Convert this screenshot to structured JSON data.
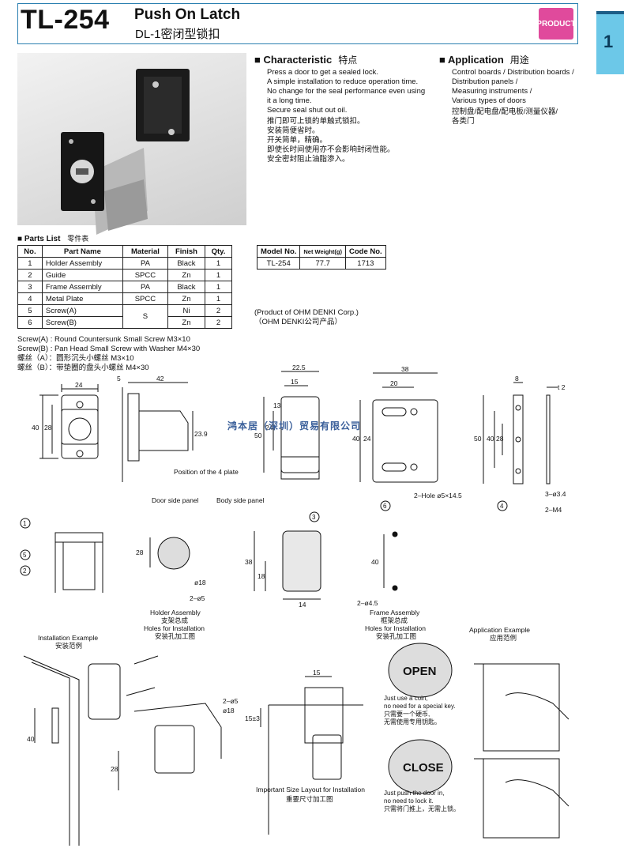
{
  "header": {
    "model": "TL-254",
    "title_en": "Push On Latch",
    "title_cn": "DL-1密闭型锁扣",
    "badge": "PRODUCT",
    "chapter": "1"
  },
  "characteristic": {
    "heading": "Characteristic",
    "heading_cn": "特点",
    "lines": [
      "Press a door to get a sealed lock.",
      "A simple installation to reduce operation time.",
      "No change for the seal performance even using",
      "it a long time.",
      "Secure seal shut out oil.",
      "推门即可上锁的单触式锁扣。",
      "安装简便省时。",
      "开关简单，精确。",
      "即使长时间使用亦不会影响封闭性能。",
      "安全密封阻止油脂渗入。"
    ]
  },
  "application": {
    "heading": "Application",
    "heading_cn": "用途",
    "lines": [
      "Control boards / Distribution boards /",
      "Distribution panels /",
      "Measuring instruments /",
      "Various types of doors",
      "控制盘/配电盘/配电板/测量仪器/",
      "各类门"
    ]
  },
  "parts": {
    "heading": "Parts List",
    "heading_cn": "零件表",
    "columns": [
      "No.",
      "Part Name",
      "Material",
      "Finish",
      "Qty."
    ],
    "rows": [
      [
        "1",
        "Holder Assembly",
        "PA",
        "Black",
        "1"
      ],
      [
        "2",
        "Guide",
        "SPCC",
        "Zn",
        "1"
      ],
      [
        "3",
        "Frame Assembly",
        "PA",
        "Black",
        "1"
      ],
      [
        "4",
        "Metal Plate",
        "SPCC",
        "Zn",
        "1"
      ],
      [
        "5",
        "Screw(A)",
        "S",
        "Ni",
        "2"
      ],
      [
        "6",
        "Screw(B)",
        "",
        "Zn",
        "2"
      ]
    ],
    "notes": [
      "Screw(A) : Round Countersunk Small Screw M3×10",
      "Screw(B) : Pan Head Small Screw with Washer M4×30",
      "螺丝（A）：圆形沉头小螺丝 M3×10",
      "螺丝（B）：带垫圈的盘头小螺丝 M4×30"
    ]
  },
  "model_table": {
    "columns": [
      "Model No.",
      "Net Weight(g)",
      "Code No."
    ],
    "row": [
      "TL-254",
      "77.7",
      "1713"
    ]
  },
  "product_of": [
    "(Product of OHM DENKI Corp.)",
    "（OHM DENKI公司产品）"
  ],
  "watermark": "鸿本居（深圳）贸易有限公司",
  "drawing_labels": {
    "dims_top": [
      "24",
      "5",
      "42",
      "22.5",
      "15",
      "38",
      "20",
      "8",
      "t 2"
    ],
    "dims_side": [
      "40",
      "28",
      "23.9",
      "50",
      "13",
      "24",
      "40",
      "24",
      "50",
      "40",
      "28"
    ],
    "position_plate": "Position of the",
    "position_plate_num": "4",
    "position_plate_end": "plate",
    "door_side": "Door side panel",
    "body_side": "Body side panel",
    "hole": "2–Hole ø5×14.5",
    "hole34": "3–ø3.4",
    "m4": "2–M4",
    "callouts": [
      "1",
      "5",
      "2",
      "3",
      "4",
      "6"
    ],
    "holder_dims": [
      "28",
      "ø18",
      "2–ø5",
      "38",
      "18",
      "14",
      "40",
      "2–ø4.5"
    ],
    "holder_assembly": "Holder Assembly",
    "holder_assembly_cn": "支架总成",
    "holes_install": "Holes for Installation",
    "holes_install_cn": "安装孔加工图",
    "frame_assembly": "Frame Assembly",
    "frame_assembly_cn": "框架总成",
    "install_example": "Installation Example",
    "install_example_cn": "安装范例",
    "app_example": "Application Example",
    "app_example_cn": "应用范例",
    "important_layout": "Important Size Layout for Installation",
    "important_layout_cn": "重要尺寸加工图",
    "layout_dims": [
      "15",
      "15±3",
      "2–ø5",
      "ø18",
      "40",
      "28"
    ],
    "open": "OPEN",
    "close": "CLOSE",
    "open_text": [
      "Just use a coin,",
      "no need for a special key.",
      "只需要一个硬币,",
      "无需使用专用钥匙。"
    ],
    "close_text": [
      "Just push the door in,",
      "no need to lock it.",
      "只需将门推上，无需上锁。"
    ]
  },
  "colors": {
    "accent_blue": "#2a7fb0",
    "tab_cyan": "#6cc8e8",
    "badge_pink": "#e04a9c"
  }
}
